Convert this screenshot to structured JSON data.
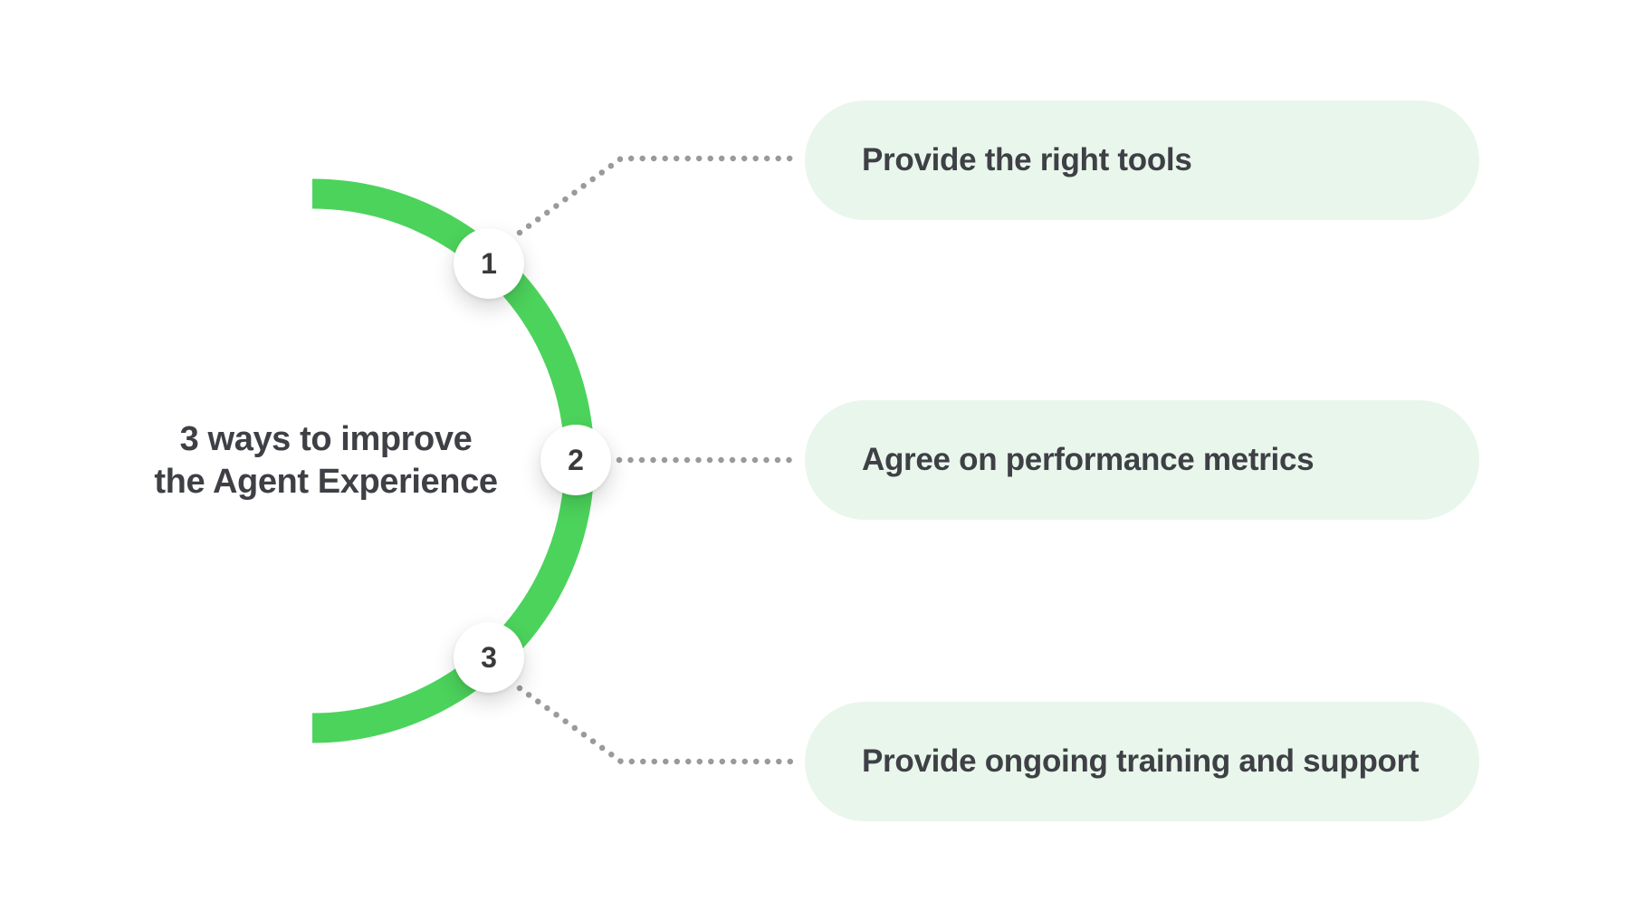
{
  "title": {
    "lines": [
      "3 ways to improve",
      "the Agent Experience"
    ]
  },
  "steps": [
    {
      "number": "1",
      "label": "Provide the right tools"
    },
    {
      "number": "2",
      "label": "Agree on performance metrics"
    },
    {
      "number": "3",
      "label": "Provide ongoing training and support"
    }
  ],
  "colors": {
    "arc_green": "#4CD35C",
    "pill_background": "#E9F6EC",
    "text_dark": "#3E4045",
    "connector_gray": "#9A9A9A",
    "marker_background": "#FFFFFF",
    "canvas_background": "#FFFFFF"
  }
}
